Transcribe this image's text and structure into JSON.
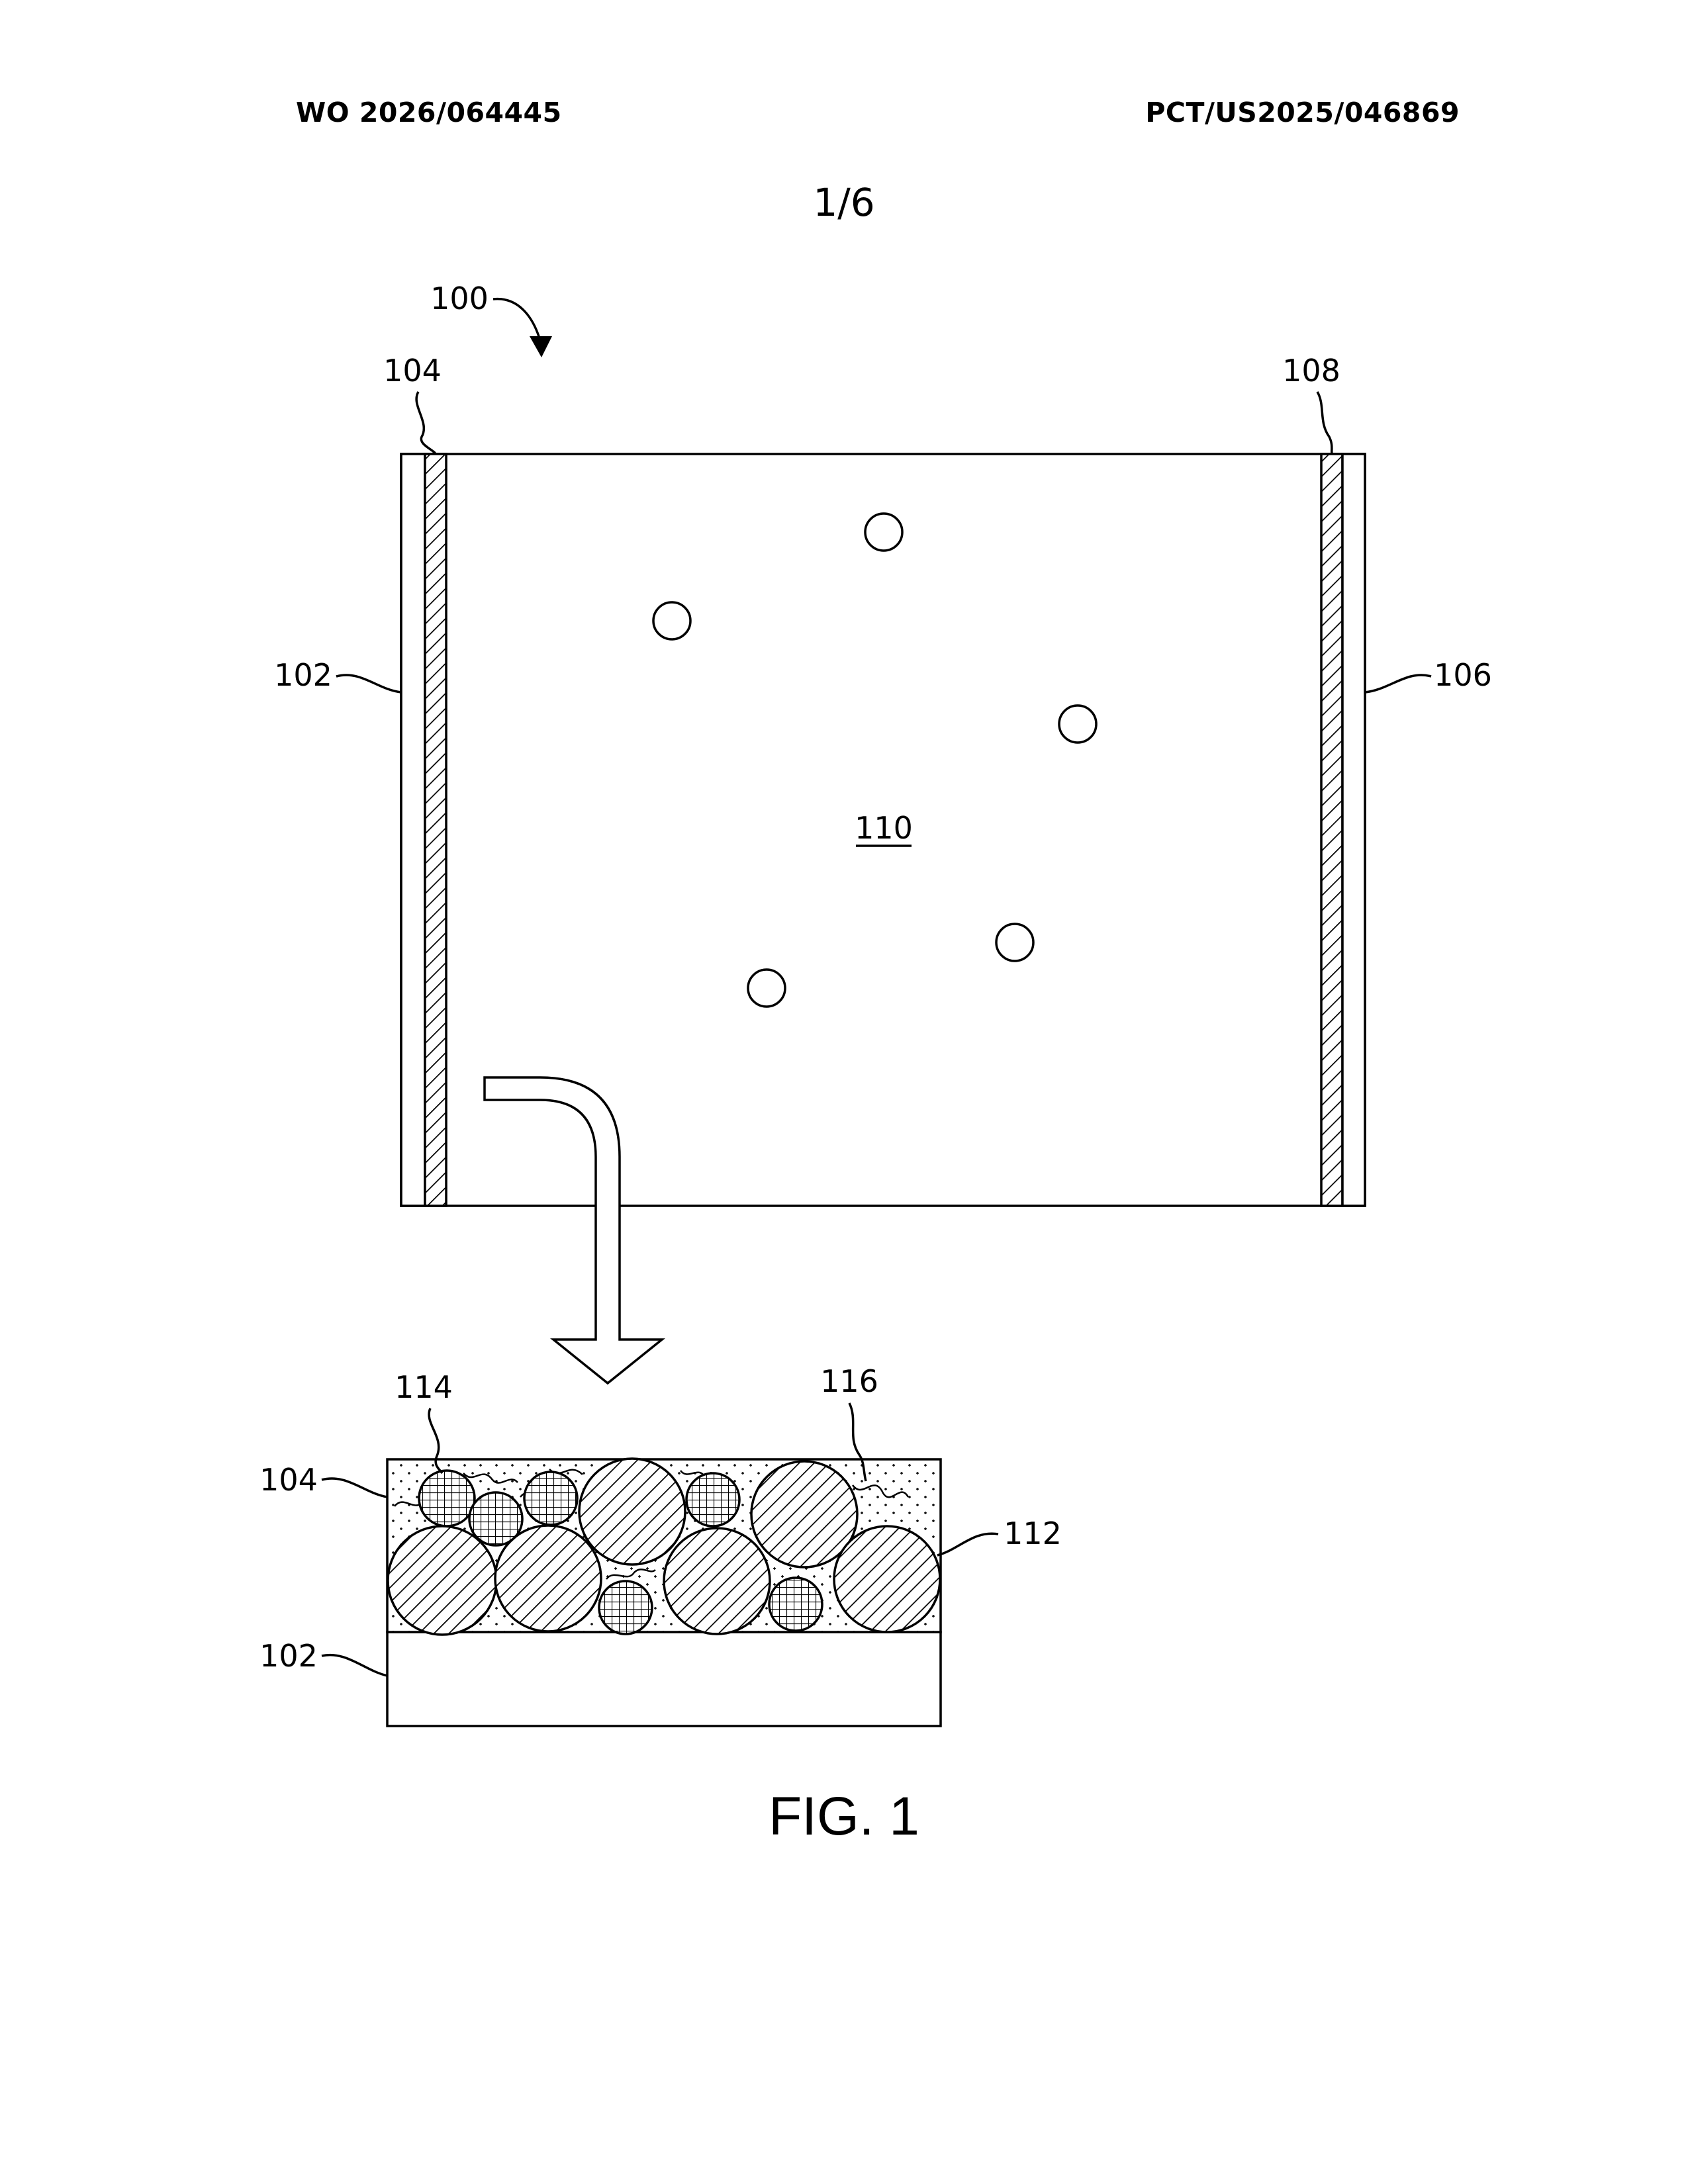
{
  "header": {
    "publication_number": "WO 2026/064445",
    "application_number": "PCT/US2025/046869"
  },
  "sheet_number": "1/6",
  "figure_caption": "FIG. 1",
  "reference_numerals": {
    "device": "100",
    "first_substrate": "102",
    "first_layer": "104",
    "second_substrate": "106",
    "second_layer": "108",
    "interior": "110",
    "large_particles": "112",
    "small_particles": "114",
    "binder": "116"
  },
  "detail_labels": {
    "layer": "104",
    "substrate": "102",
    "small_particles": "114",
    "binder": "116",
    "large_particles": "112"
  }
}
